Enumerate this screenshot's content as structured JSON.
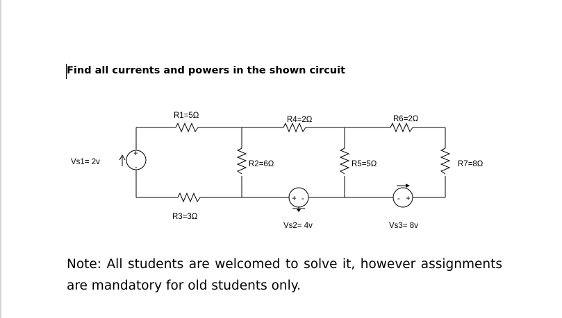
{
  "title": "Find all currents and powers in the shown circuit",
  "circuit": {
    "sources": [
      {
        "id": "vs1",
        "label": "Vs1= 2v"
      },
      {
        "id": "vs2",
        "label": "Vs2= 4v"
      },
      {
        "id": "vs3",
        "label": "Vs3= 8v"
      }
    ],
    "resistors": [
      {
        "id": "r1",
        "label": "R1=5Ω"
      },
      {
        "id": "r2",
        "label": "R2=6Ω"
      },
      {
        "id": "r3",
        "label": "R3=3Ω"
      },
      {
        "id": "r4",
        "label": "R4=2Ω"
      },
      {
        "id": "r5",
        "label": "R5=5Ω"
      },
      {
        "id": "r6",
        "label": "R6=2Ω"
      },
      {
        "id": "r7",
        "label": "R7=8Ω"
      }
    ],
    "plus": "+",
    "minus": "-"
  },
  "note": "Note: All students are welcomed to solve it, however assignments are mandatory for old students only."
}
